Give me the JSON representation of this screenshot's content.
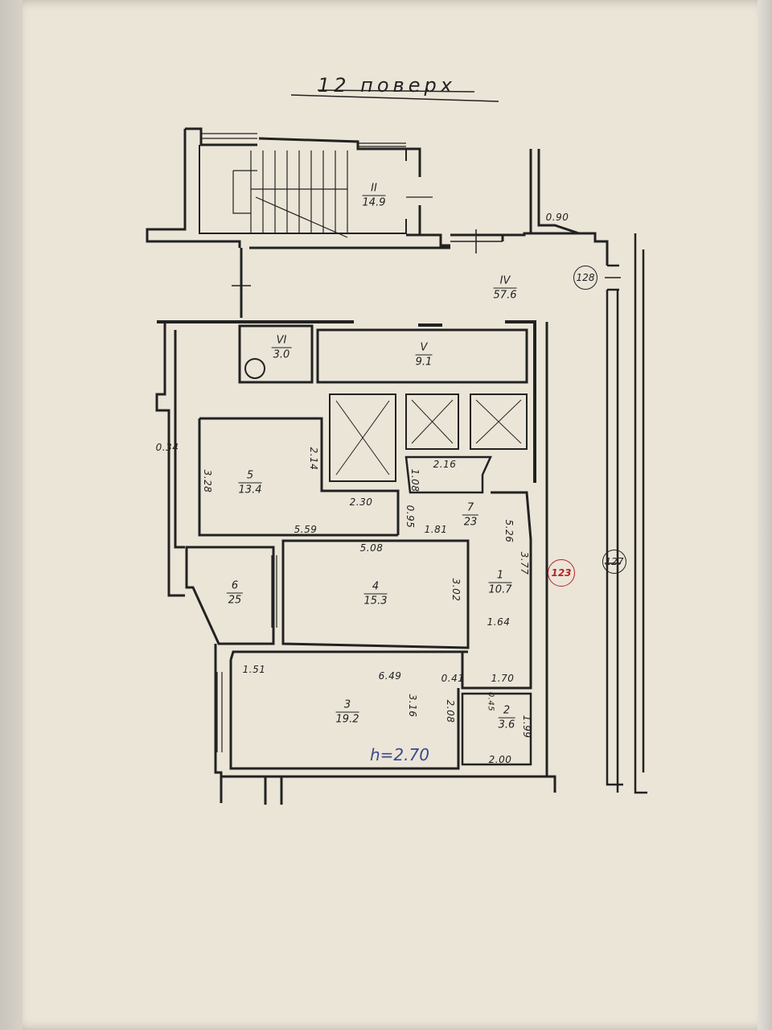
{
  "title": "12 поверх",
  "height_note": "h=2.70",
  "rooms": {
    "II": {
      "name": "II",
      "area": "14.9"
    },
    "IV": {
      "name": "IV",
      "area": "57.6"
    },
    "VI": {
      "name": "VI",
      "area": "3.0"
    },
    "V": {
      "name": "V",
      "area": "9.1"
    },
    "r1": {
      "name": "1",
      "area": "10.7"
    },
    "r2": {
      "name": "2",
      "area": "3.6"
    },
    "r3": {
      "name": "3",
      "area": "19.2"
    },
    "r4": {
      "name": "4",
      "area": "15.3"
    },
    "r5": {
      "name": "5",
      "area": "13.4"
    },
    "r6": {
      "name": "6",
      "area": "25"
    },
    "r7": {
      "name": "7",
      "area": "23"
    }
  },
  "dimensions": {
    "d090": "0.90",
    "d034": "0.34",
    "d328": "3.28",
    "d214": "2.14",
    "d230": "2.30",
    "d559": "5.59",
    "d095": "0.95",
    "d181": "1.81",
    "d508": "5.08",
    "d216": "2.16",
    "d108": "1.08",
    "d526": "5.26",
    "d377": "3.77",
    "d302": "3.02",
    "d164": "1.64",
    "d151": "1.51",
    "d649": "6.49",
    "d041": "0.41",
    "d170": "1.70",
    "d045": "0.45",
    "d316": "3.16",
    "d208": "2.08",
    "d199": "1.99",
    "d200": "2.00"
  },
  "markers": {
    "m128": "128",
    "m127": "127",
    "m123": "123"
  },
  "colors": {
    "ink": "#222222",
    "red_marker": "#b3242a",
    "blue_note": "#3a4a8a",
    "paper": "#ebe5d8"
  }
}
